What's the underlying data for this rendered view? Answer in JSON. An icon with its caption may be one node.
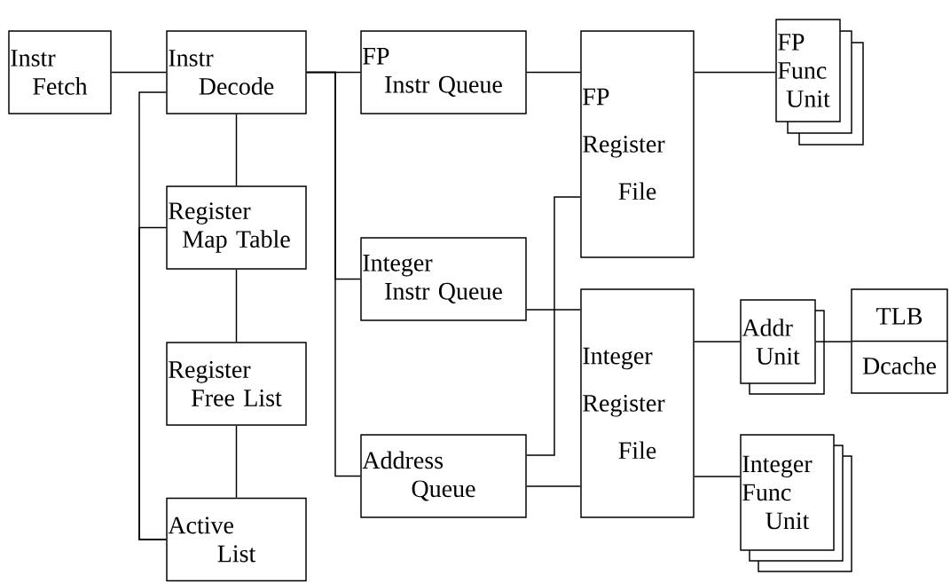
{
  "diagram": {
    "nodes": [
      {
        "text": [
          "Instr Fetch"
        ]
      },
      {
        "text": [
          "Instr Decode"
        ]
      },
      {
        "text": [
          "Register Map Table"
        ]
      },
      {
        "text": [
          "Register Free List"
        ]
      },
      {
        "text": [
          "Active List"
        ]
      },
      {
        "text": [
          "FP Instr Queue"
        ]
      },
      {
        "text": [
          "Integer Instr Queue"
        ]
      },
      {
        "text": [
          "Address Queue"
        ]
      },
      {
        "text": [
          "FP Register File"
        ]
      },
      {
        "text": [
          "Integer Register File"
        ]
      },
      {
        "text": [
          "FP Func Unit"
        ]
      },
      {
        "text": [
          "Addr Unit"
        ]
      },
      {
        "text": [
          "TLB",
          "Dcache"
        ]
      },
      {
        "text": [
          "Integer Func Unit"
        ]
      }
    ],
    "edges": [
      {
        "from": 0,
        "to": 1,
        "arrow": "none"
      },
      {
        "from": 1,
        "to": 2,
        "arrow": "none"
      },
      {
        "from": 2,
        "to": 3,
        "arrow": "none"
      },
      {
        "from": 3,
        "to": 4,
        "arrow": "none"
      },
      {
        "from": 1,
        "to": 4,
        "arrow": "none"
      },
      {
        "from": 2,
        "to": 4,
        "arrow": "none"
      },
      {
        "from": 1,
        "to": 5,
        "arrow": "none"
      },
      {
        "from": 1,
        "to": 6,
        "arrow": "none"
      },
      {
        "from": 1,
        "to": 7,
        "arrow": "none"
      },
      {
        "from": 5,
        "to": 8,
        "arrow": "none"
      },
      {
        "from": 6,
        "to": 9,
        "arrow": "none"
      },
      {
        "from": 7,
        "to": 8,
        "arrow": "none"
      },
      {
        "from": 7,
        "to": 9,
        "arrow": "none"
      },
      {
        "from": 8,
        "to": 10,
        "arrow": "none"
      },
      {
        "from": 9,
        "to": 11,
        "arrow": "none"
      },
      {
        "from": 11,
        "to": 12,
        "arrow": "none"
      },
      {
        "from": 9,
        "to": 13,
        "arrow": "none"
      }
    ]
  }
}
